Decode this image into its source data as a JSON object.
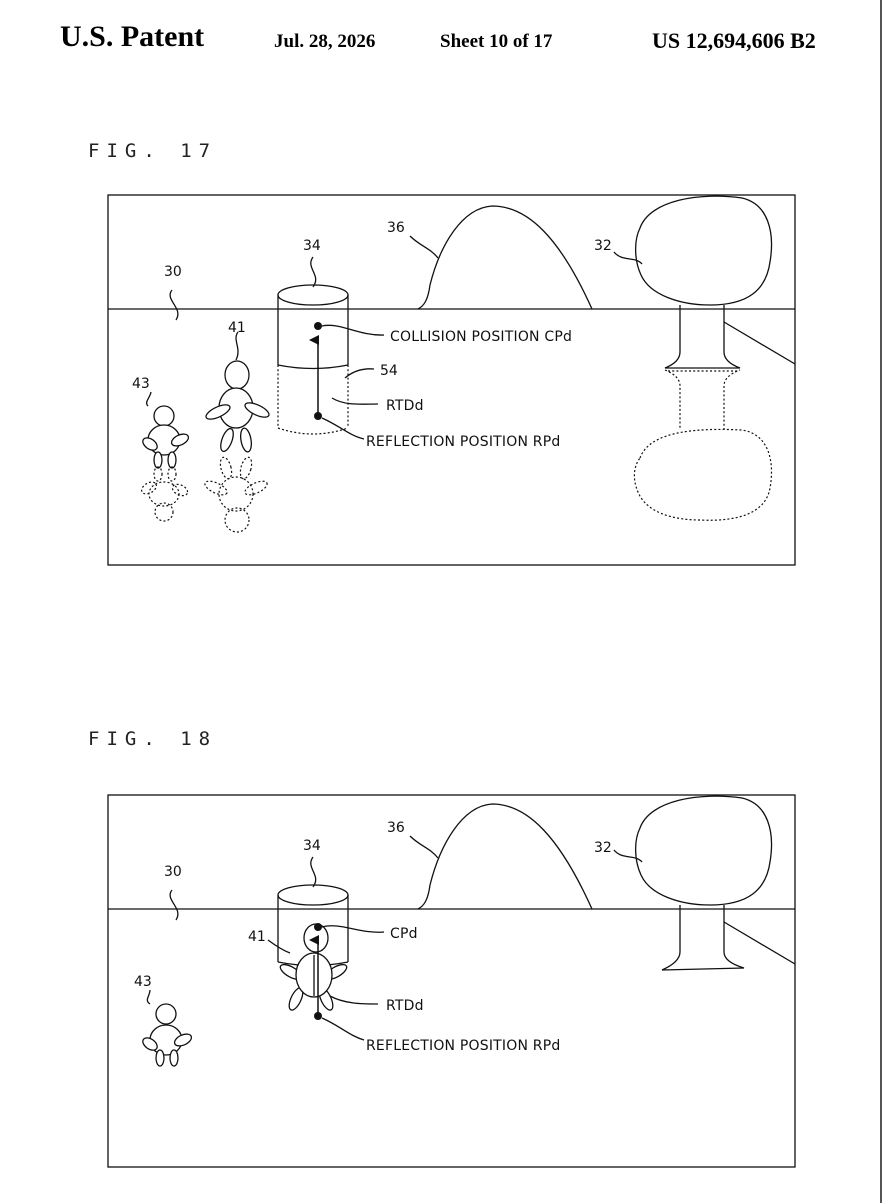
{
  "header": {
    "patent": "U.S. Patent",
    "date": "Jul. 28, 2026",
    "sheet": "Sheet 10 of 17",
    "number": "US 12,694,606 B2"
  },
  "fig17": {
    "label": "FIG. 17",
    "refs": {
      "r30": "30",
      "r34": "34",
      "r36": "36",
      "r32": "32",
      "r41": "41",
      "r43": "43",
      "r54": "54"
    },
    "captions": {
      "collision": "COLLISION POSITION CPd",
      "rtd": "RTDd",
      "reflection": "REFLECTION POSITION RPd"
    }
  },
  "fig18": {
    "label": "FIG. 18",
    "refs": {
      "r30": "30",
      "r34": "34",
      "r36": "36",
      "r32": "32",
      "r41": "41",
      "r43": "43"
    },
    "captions": {
      "collision": "CPd",
      "rtd": "RTDd",
      "reflection": "REFLECTION POSITION RPd"
    }
  }
}
